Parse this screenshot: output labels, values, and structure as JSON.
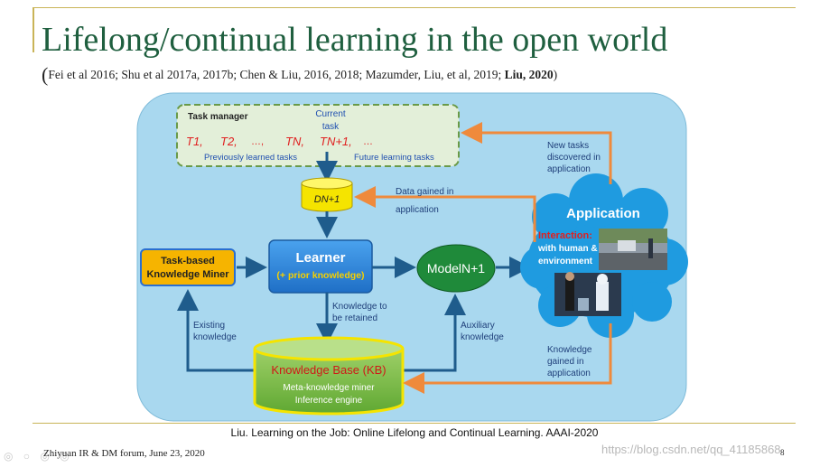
{
  "slide": {
    "title": "Lifelong/continual learning in the open world",
    "refs_open": "(",
    "refs_body": "Fei et al 2016; Shu et al 2017a, 2017b; Chen & Liu, 2016, 2018; Mazumder, Liu, et al, 2019; ",
    "refs_bold": "Liu, 2020",
    "refs_close": ")",
    "citation": "Liu. Learning on the Job: Online Lifelong and Continual Learning. AAAI-2020",
    "footer": "Zhiyuan IR & DM forum, June 23, 2020",
    "page_number": "8",
    "watermark": "https://blog.csdn.net/qq_41185868",
    "controls": "◎ ○ ◎ ◎"
  },
  "diagram": {
    "task_manager": {
      "title": "Task manager",
      "current_task": [
        "Current",
        "task"
      ],
      "tasks": [
        "T1,",
        "T2,",
        "…,",
        "TN,",
        "TN+1,",
        "…"
      ],
      "previous_label": "Previously learned tasks",
      "future_label": "Future learning tasks"
    },
    "data_node": "DN+1",
    "data_gained": [
      "Data gained in",
      "application"
    ],
    "new_tasks": [
      "New tasks",
      "discovered in",
      "application"
    ],
    "learner": {
      "title": "Learner",
      "subtitle": "(+ prior knowledge)"
    },
    "task_miner": [
      "Task-based",
      "Knowledge Miner"
    ],
    "model": "ModelN+1",
    "application": {
      "title": "Application",
      "interaction": "Interaction:",
      "with": [
        "with human &",
        "environment"
      ]
    },
    "retained": [
      "Knowledge to",
      "be retained"
    ],
    "existing": [
      "Existing",
      "knowledge"
    ],
    "auxiliary": [
      "Auxiliary",
      "knowledge"
    ],
    "gained": [
      "Knowledge",
      "gained in",
      "application"
    ],
    "kb": {
      "title": "Knowledge Base (KB)",
      "line1": "Meta-knowledge miner",
      "line2": "Inference engine"
    },
    "colors": {
      "panel": "#a9d8ef",
      "arrow_blue": "#1f5c8c",
      "arrow_orange": "#ef8a3c",
      "learner": "#2e86d8",
      "miner": "#f6b400",
      "model": "#1f8a3a",
      "kb": "#7cc04a",
      "cylinder": "#f5e400"
    }
  }
}
